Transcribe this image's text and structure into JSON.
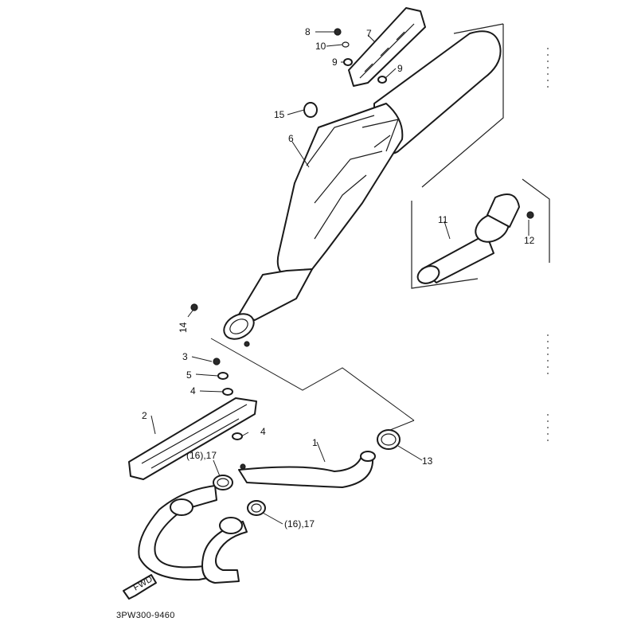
{
  "figure_code": "3PW300-9460",
  "fwd_label": "FWD",
  "callouts": {
    "c1": "1",
    "c2": "2",
    "c3": "3",
    "c4a": "4",
    "c4b": "4",
    "c5": "5",
    "c6": "6",
    "c7": "7",
    "c8": "8",
    "c9a": "9",
    "c9b": "9",
    "c10": "10",
    "c11": "11",
    "c12": "12",
    "c13": "13",
    "c14": "14",
    "c15": "15",
    "c16a": "(16),17",
    "c16b": "(16),17"
  }
}
